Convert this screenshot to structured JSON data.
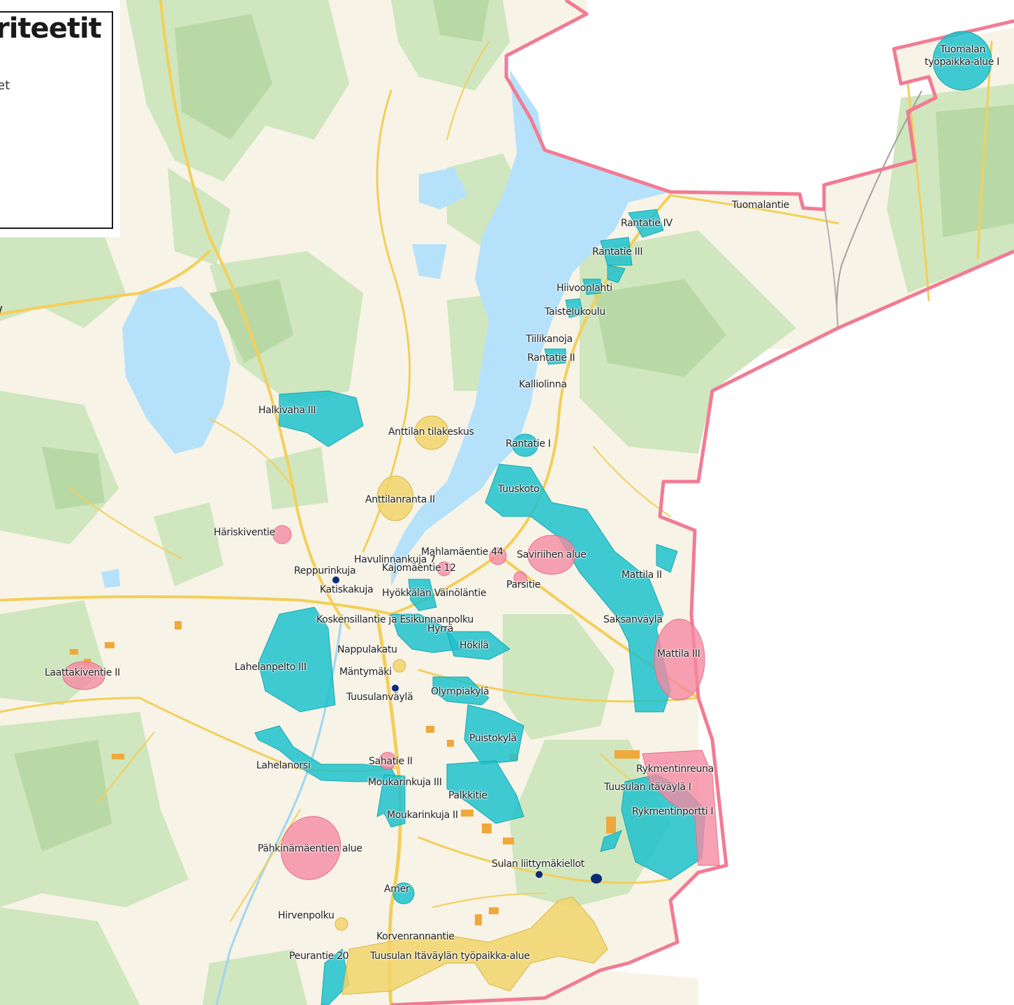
{
  "legend": {
    "title_fragment": "riteetit",
    "line_fragment": "et"
  },
  "edge_mark": "/",
  "colors": {
    "water": "#b5e1fb",
    "forest": "#cfe6bf",
    "forest_dark": "#b8d9a6",
    "road": "#f3cf5a",
    "boundary": "#f27b93",
    "teal_area": "#1fc1cc",
    "pink_area": "#f58aa2",
    "yellow_area": "#f2d46a"
  },
  "labels": [
    {
      "text": "Tuomalan"
    },
    {
      "text": "työpaikka-alue I"
    },
    {
      "text": "Tuomalantie"
    },
    {
      "text": "Rantatie IV"
    },
    {
      "text": "Rantatie III"
    },
    {
      "text": "Hiivoonlahti"
    },
    {
      "text": "Taistelukoulu"
    },
    {
      "text": "Tiilikanoja"
    },
    {
      "text": "Rantatie II"
    },
    {
      "text": "Kalliolinna"
    },
    {
      "text": "Halkivaha III"
    },
    {
      "text": "Anttilan tilakeskus"
    },
    {
      "text": "Rantatie I"
    },
    {
      "text": "Tuuskoto"
    },
    {
      "text": "Anttilanranta II"
    },
    {
      "text": "Häriskiventie"
    },
    {
      "text": "Mahlamäentie 44"
    },
    {
      "text": "Saviriihen alue"
    },
    {
      "text": "Havulinnankuja 7"
    },
    {
      "text": "Kajomäentie 12"
    },
    {
      "text": "Reppurinkuja"
    },
    {
      "text": "Mattila II"
    },
    {
      "text": "Parsitie"
    },
    {
      "text": "Katiskakuja"
    },
    {
      "text": "Hyökkälän Väinöläntie"
    },
    {
      "text": "Koskensillantie ja Esikunnanpolku"
    },
    {
      "text": "Saksanväylä"
    },
    {
      "text": "Hyrrä"
    },
    {
      "text": "Hökilä"
    },
    {
      "text": "Nappulakatu"
    },
    {
      "text": "Mattila III"
    },
    {
      "text": "Lahelanpelto III"
    },
    {
      "text": "Laattakiventie II"
    },
    {
      "text": "Mäntymäki"
    },
    {
      "text": "Olympiakylä"
    },
    {
      "text": "Tuusulanväylä"
    },
    {
      "text": "Puistokylä"
    },
    {
      "text": "Sahatie II"
    },
    {
      "text": "Lahelanorsi"
    },
    {
      "text": "Rykmentinreuna"
    },
    {
      "text": "Moukarinkuja III"
    },
    {
      "text": "Tuusulan itäväylä I"
    },
    {
      "text": "Palkkitie"
    },
    {
      "text": "Rykmentinportti I"
    },
    {
      "text": "Moukarinkuja II"
    },
    {
      "text": "Pähkinämäentien alue"
    },
    {
      "text": "Sulan liittymäkiellot"
    },
    {
      "text": "Amer"
    },
    {
      "text": "Hirvenpolku"
    },
    {
      "text": "Korvenrannantie"
    },
    {
      "text": "Peurantie 20"
    },
    {
      "text": "Tuusulan Itäväylän työpaikka-alue"
    }
  ]
}
